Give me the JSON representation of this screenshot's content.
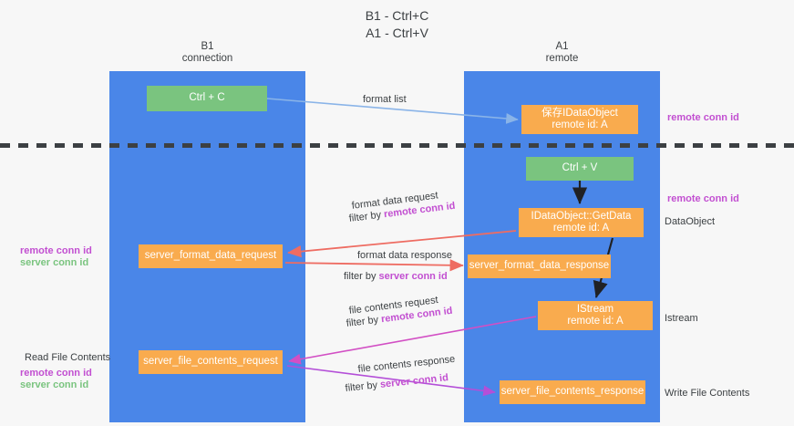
{
  "title": {
    "line1": "B1 - Ctrl+C",
    "line2": "A1 - Ctrl+V"
  },
  "columns": {
    "left": {
      "name": "B1",
      "role": "connection"
    },
    "right": {
      "name": "A1",
      "role": "remote"
    }
  },
  "boxes": {
    "ctrl_c": {
      "label": "Ctrl + C",
      "color": "#7ac47f"
    },
    "save_idataobject": {
      "line1": "保存IDataObject",
      "line2": "remote id: A",
      "color": "#f9ab4e"
    },
    "ctrl_v": {
      "label": "Ctrl + V",
      "color": "#7ac47f"
    },
    "getdata": {
      "line1": "IDataObject::GetData",
      "line2": "remote id: A",
      "color": "#f9ab4e"
    },
    "server_format_data_request": {
      "label": "server_format_data_request",
      "color": "#f9ab4e"
    },
    "server_format_data_response": {
      "label": "server_format_data_response",
      "color": "#f9ab4e"
    },
    "istream": {
      "line1": "IStream",
      "line2": "remote id: A",
      "color": "#f9ab4e"
    },
    "server_file_contents_request": {
      "label": "server_file_contents_request",
      "color": "#f9ab4e"
    },
    "server_file_contents_response": {
      "label": "server_file_contents_response",
      "color": "#f9ab4e"
    }
  },
  "edges": {
    "format_list": {
      "label": "format list",
      "color": "#8ab4e8"
    },
    "format_data_request": {
      "label": "format data request",
      "filter_prefix": "filter by ",
      "filter_key": "remote conn id",
      "color": "#ee6c62"
    },
    "format_data_response": {
      "label": "format data response",
      "filter_prefix": "filter by ",
      "filter_key": "server conn id",
      "color": "#ee6c62"
    },
    "file_contents_request": {
      "label": "file contents request",
      "filter_prefix": "filter by ",
      "filter_key": "remote conn id",
      "color": "#d24fc4"
    },
    "file_contents_response": {
      "label": "file contents response",
      "filter_prefix": "filter by ",
      "filter_key": "server conn id",
      "color": "#b44fd8"
    }
  },
  "annotations": {
    "right": {
      "remote_conn_id_top": "remote conn id",
      "remote_conn_id_mid": "remote conn id",
      "dataobject": "DataObject",
      "istream": "Istream",
      "write_file_contents": "Write File Contents"
    },
    "left": {
      "remote_conn_id_mid": "remote conn id",
      "server_conn_id_mid": "server conn id",
      "read_file_contents": "Read File Contents",
      "remote_conn_id_bottom": "remote conn id",
      "server_conn_id_bottom": "server conn id"
    }
  },
  "colors": {
    "column": "#4a86e8",
    "box_green": "#7ac47f",
    "box_orange": "#f9ab4e",
    "highlight_purple": "#c24fd1",
    "highlight_green": "#7ac47f",
    "divider": "#3c4043",
    "background": "#f7f7f7"
  }
}
